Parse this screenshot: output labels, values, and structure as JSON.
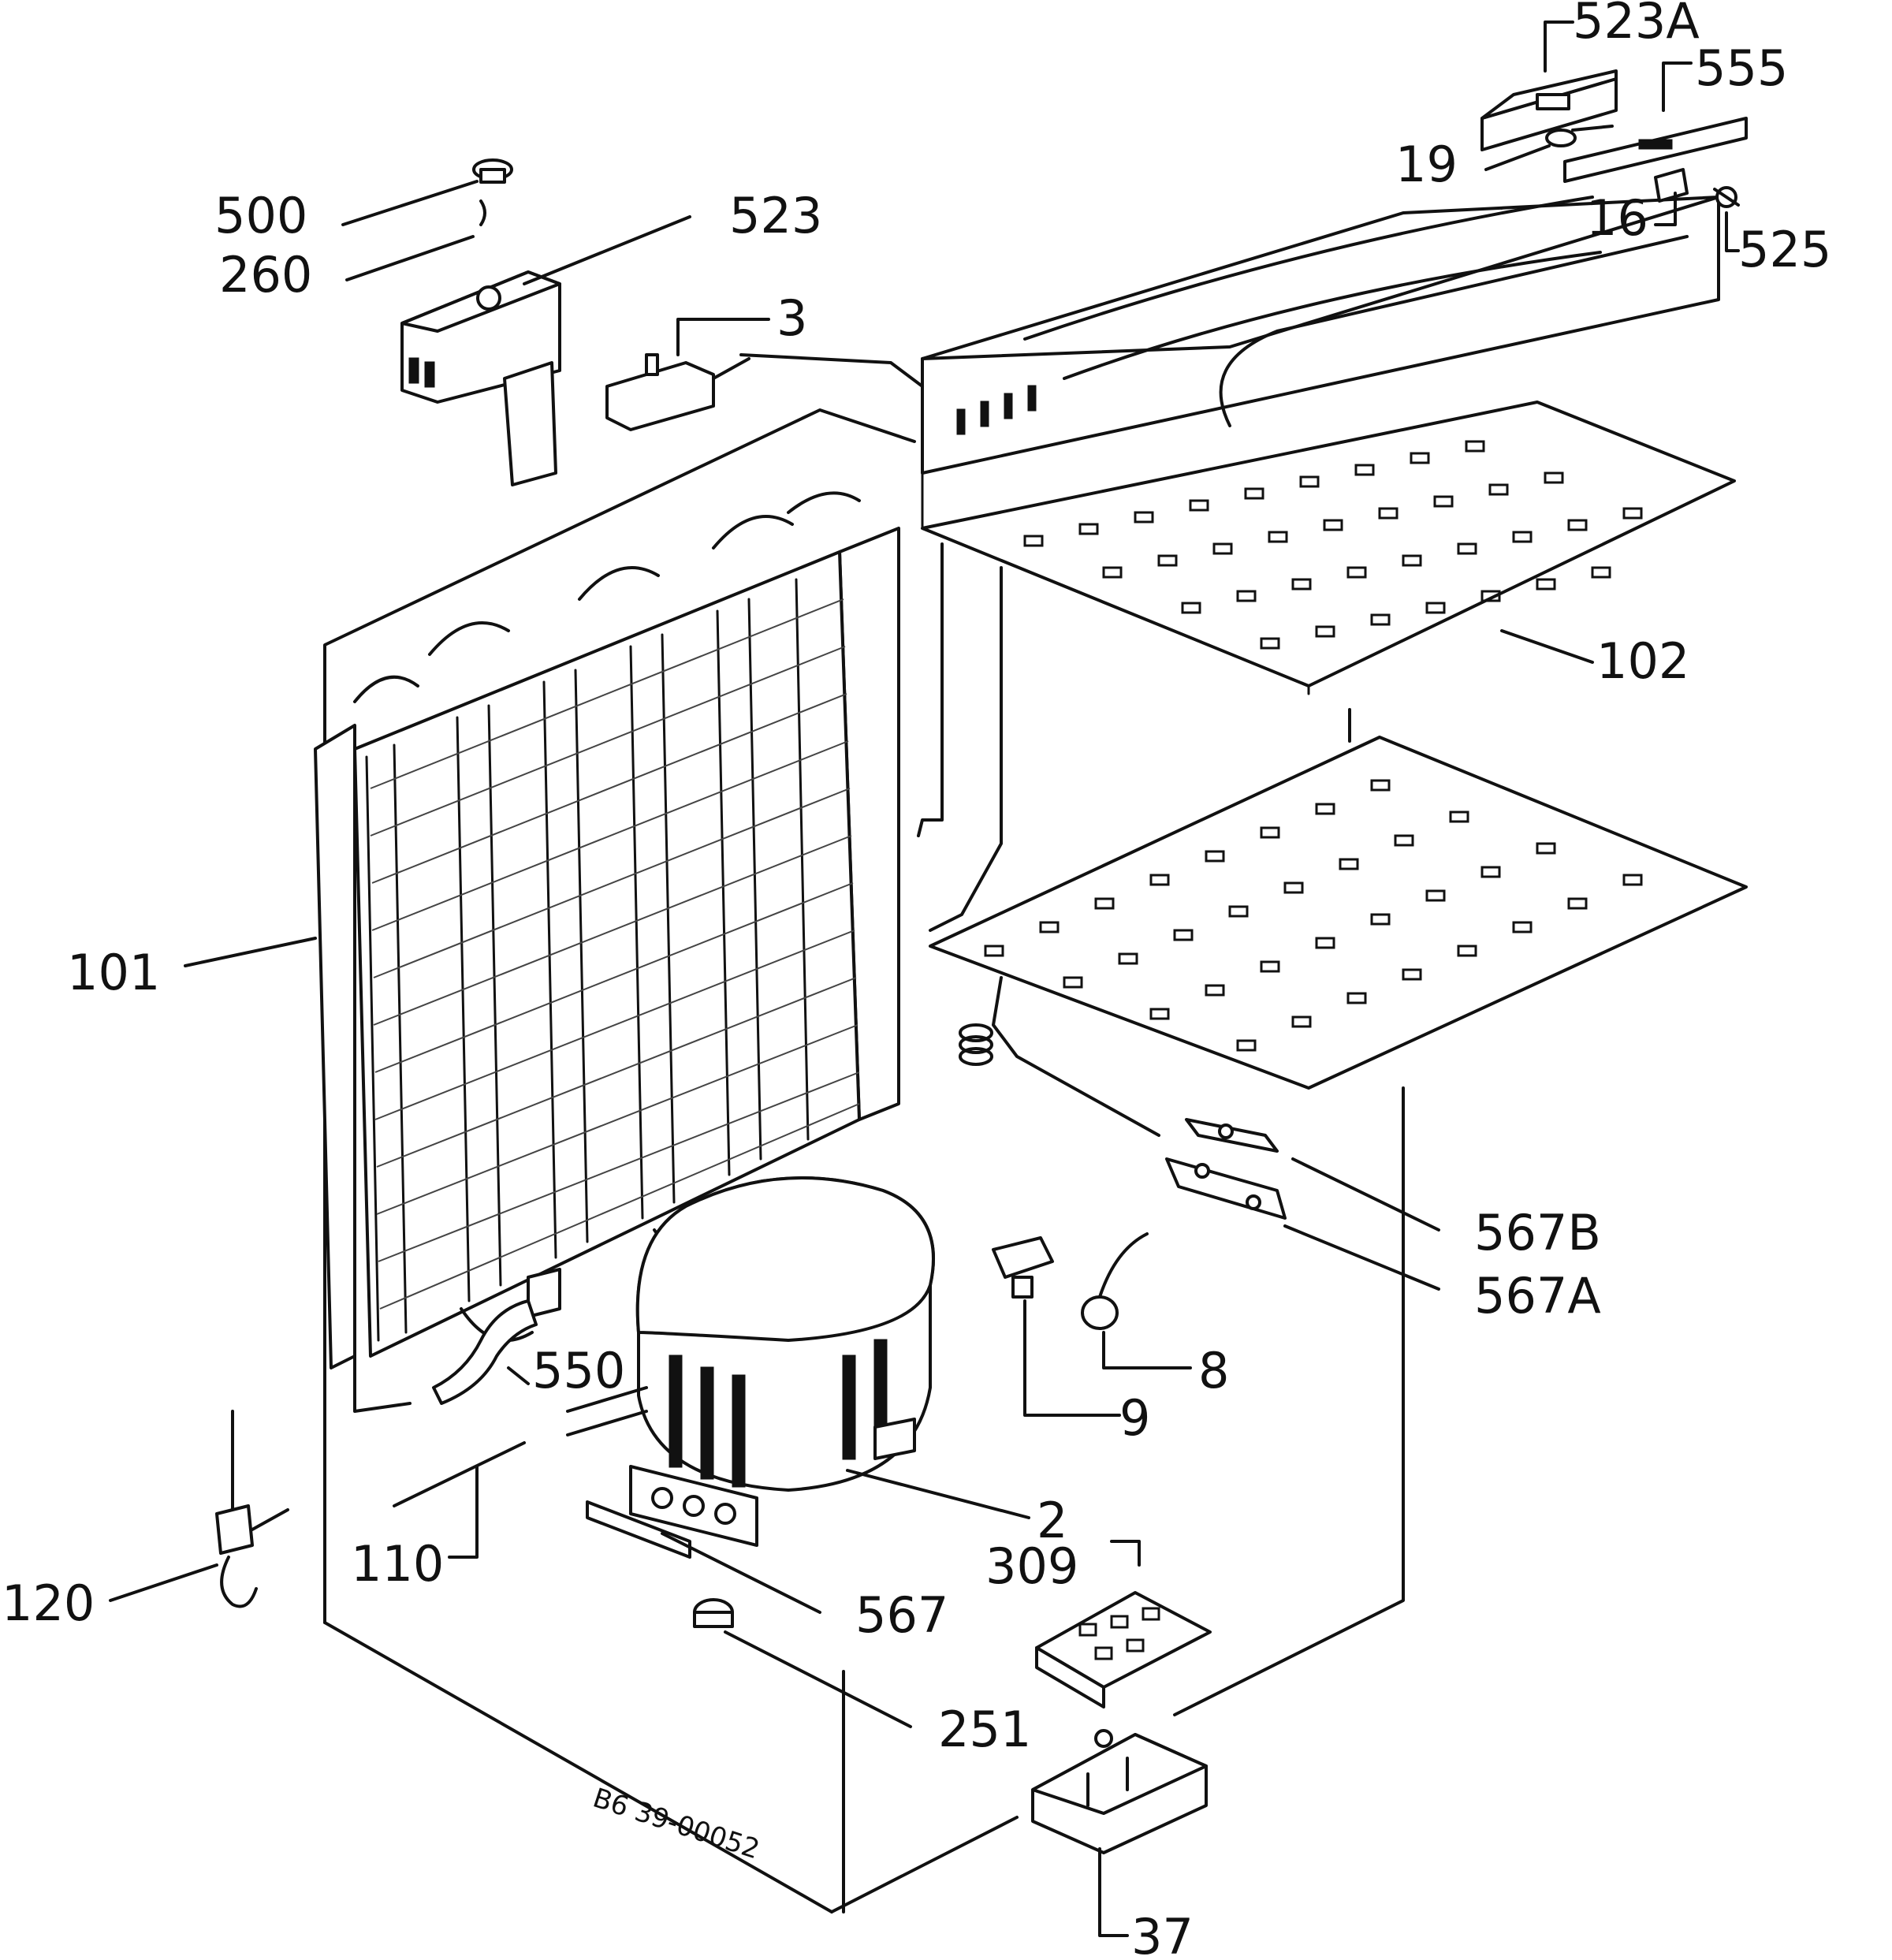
{
  "labels": {
    "l523a": "523A",
    "l555": "555",
    "l19": "19",
    "l16": "16",
    "l525": "525",
    "l500": "500",
    "l260": "260",
    "l523": "523",
    "l3": "3",
    "l102": "102",
    "l101": "101",
    "l567b": "567B",
    "l567a": "567A",
    "l550": "550",
    "l8": "8",
    "l9": "9",
    "l2": "2",
    "l309": "309",
    "l110": "110",
    "l120": "120",
    "l567": "567",
    "l251": "251",
    "l37": "37"
  },
  "drawing_code": "B6 39-00052"
}
